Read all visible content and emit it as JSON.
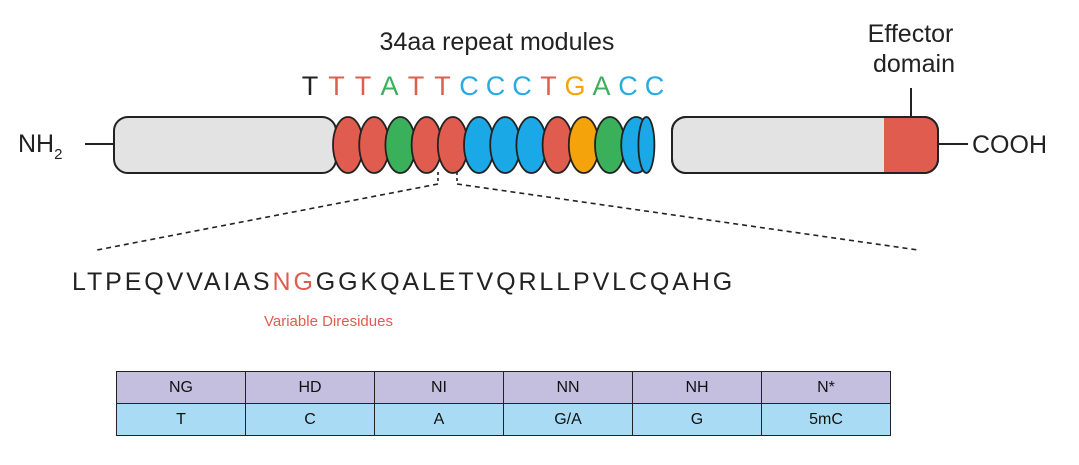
{
  "title": "34aa repeat modules",
  "dna_sequence": [
    {
      "letter": "T",
      "color": "#222222"
    },
    {
      "letter": "T",
      "color": "#e05c4e"
    },
    {
      "letter": "T",
      "color": "#e05c4e"
    },
    {
      "letter": "A",
      "color": "#3bb05a"
    },
    {
      "letter": "T",
      "color": "#e05c4e"
    },
    {
      "letter": "T",
      "color": "#e05c4e"
    },
    {
      "letter": "C",
      "color": "#29abe2"
    },
    {
      "letter": "C",
      "color": "#29abe2"
    },
    {
      "letter": "C",
      "color": "#29abe2"
    },
    {
      "letter": "T",
      "color": "#e05c4e"
    },
    {
      "letter": "G",
      "color": "#f5a30b"
    },
    {
      "letter": "A",
      "color": "#3bb05a"
    },
    {
      "letter": "C",
      "color": "#29abe2"
    },
    {
      "letter": "C",
      "color": "#29abe2"
    }
  ],
  "repeat_modules": [
    {
      "base": "T",
      "color": "#e05c4e"
    },
    {
      "base": "T",
      "color": "#e05c4e"
    },
    {
      "base": "A",
      "color": "#3bb05a"
    },
    {
      "base": "T",
      "color": "#e05c4e"
    },
    {
      "base": "T",
      "color": "#e05c4e"
    },
    {
      "base": "C",
      "color": "#1aa8e6"
    },
    {
      "base": "C",
      "color": "#1aa8e6"
    },
    {
      "base": "C",
      "color": "#1aa8e6"
    },
    {
      "base": "T",
      "color": "#e05c4e"
    },
    {
      "base": "G",
      "color": "#f5a30b"
    },
    {
      "base": "A",
      "color": "#3bb05a"
    },
    {
      "base": "C",
      "color": "#1aa8e6"
    },
    {
      "base": "C",
      "color": "#1aa8e6"
    }
  ],
  "effector_domain_label": [
    "Effector",
    "domain"
  ],
  "effector_color": "#e05c4e",
  "n_terminus": {
    "main": "NH",
    "sub": "2"
  },
  "c_terminus": "COOH",
  "protein_color": "#e3e3e3",
  "repeat_sequence": {
    "prefix": "LTPEQVVAIAS",
    "variable": "NG",
    "suffix": "GGKQALETVQRLLPVLCQAHG",
    "variable_color": "#e05c4e"
  },
  "variable_label": "Variable Diresidues",
  "code_table": {
    "diresidues": [
      "NG",
      "HD",
      "NI",
      "NN",
      "NH",
      "N*"
    ],
    "bases": [
      "T",
      "C",
      "A",
      "G/A",
      "G",
      "5mC"
    ]
  }
}
